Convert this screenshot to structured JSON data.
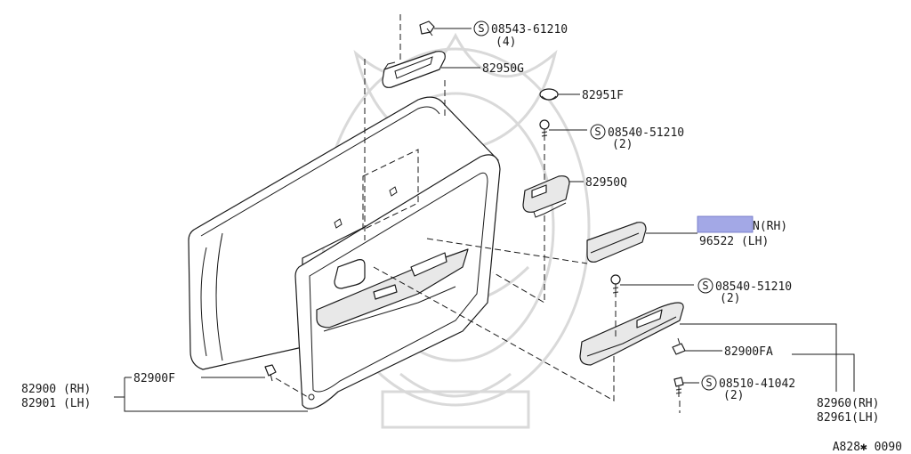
{
  "diagram_code": "A828✱ 0090",
  "parts": {
    "screw_top": {
      "symbol": "S",
      "number": "08543-61210",
      "qty": "(4)"
    },
    "handle_upper": {
      "number": "82950G"
    },
    "clip_cap": {
      "number": "82951F"
    },
    "screw_mid": {
      "symbol": "S",
      "number": "08540-51210",
      "qty": "(2)"
    },
    "switch_bezel": {
      "number": "82950Q"
    },
    "armrest_cover": {
      "number_rh_suffix": "N(RH)",
      "number_lh": "96522 (LH)",
      "redacted_color": "#a3a8e6"
    },
    "screw_lower": {
      "symbol": "S",
      "number": "08540-51210",
      "qty": "(2)"
    },
    "fastener_fa": {
      "number": "82900FA"
    },
    "screw_bottom": {
      "symbol": "S",
      "number": "08510-41042",
      "qty": "(2)"
    },
    "armrest": {
      "number_rh": "82960(RH)",
      "number_lh": "82961(LH)"
    },
    "door_clip": {
      "number": "82900F"
    },
    "door_trim": {
      "number_rh": "82900 (RH)",
      "number_lh": "82901 (LH)"
    }
  }
}
